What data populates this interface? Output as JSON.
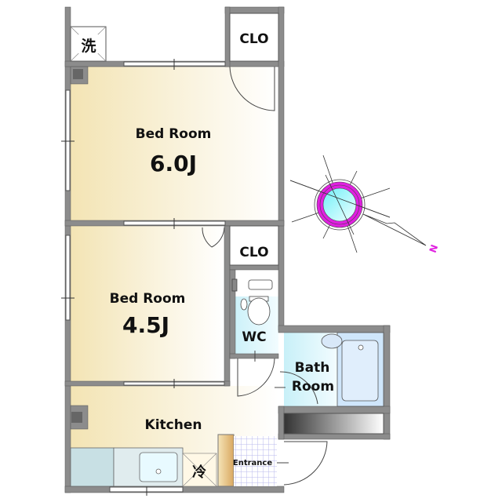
{
  "rooms": {
    "bedroom_large": {
      "label": "Bed Room",
      "size": "6.0J"
    },
    "bedroom_small": {
      "label": "Bed Room",
      "size": "4.5J"
    },
    "closet_top": {
      "label": "CLO"
    },
    "closet_middle": {
      "label": "CLO"
    },
    "wc": {
      "label": "WC"
    },
    "bath": {
      "label_line1": "Bath",
      "label_line2": "Room"
    },
    "kitchen": {
      "label": "Kitchen"
    },
    "entrance": {
      "label": "Entrance"
    },
    "laundry": {
      "label": "洗"
    },
    "fridge": {
      "label": "冷"
    }
  },
  "compass": {
    "north_label": "N"
  },
  "colors": {
    "wall": "#8c8c8c",
    "floor_wood": "#f3e4b4",
    "wet_area": "#d8f4fb",
    "compass_ring": "#e020e0"
  }
}
